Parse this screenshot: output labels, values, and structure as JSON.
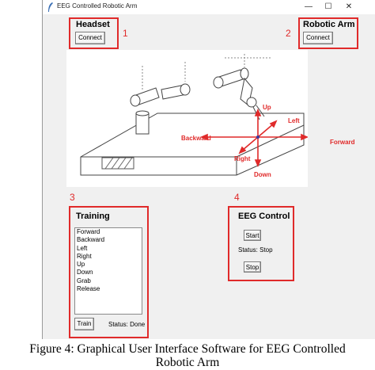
{
  "window": {
    "title": "EEG Controlled Robotic Arm",
    "minimize_glyph": "—",
    "maximize_glyph": "☐",
    "close_glyph": "✕"
  },
  "headset": {
    "title": "Headset",
    "button": "Connect",
    "number": "1"
  },
  "robotic_arm": {
    "title": "Robotic Arm",
    "button": "Connect",
    "number": "2"
  },
  "figure": {
    "labels": {
      "up": "Up",
      "left": "Left",
      "backward": "Backward",
      "forward": "Forward",
      "right": "Right",
      "down": "Down"
    }
  },
  "training": {
    "number": "3",
    "title": "Training",
    "items": [
      "Forward",
      "Backward",
      "Left",
      "Right",
      "Up",
      "Down",
      "Grab",
      "Release"
    ],
    "button": "Train",
    "status": "Status: Done"
  },
  "eeg_control": {
    "number": "4",
    "title": "EEG Control",
    "start": "Start",
    "status": "Status: Stop",
    "stop": "Stop"
  },
  "caption": {
    "line1": "Figure 4: Graphical User Interface Software for EEG Controlled",
    "line2": "Robotic Arm"
  },
  "colors": {
    "highlight": "#e02a2a",
    "window_bg": "#f0f0f0"
  }
}
